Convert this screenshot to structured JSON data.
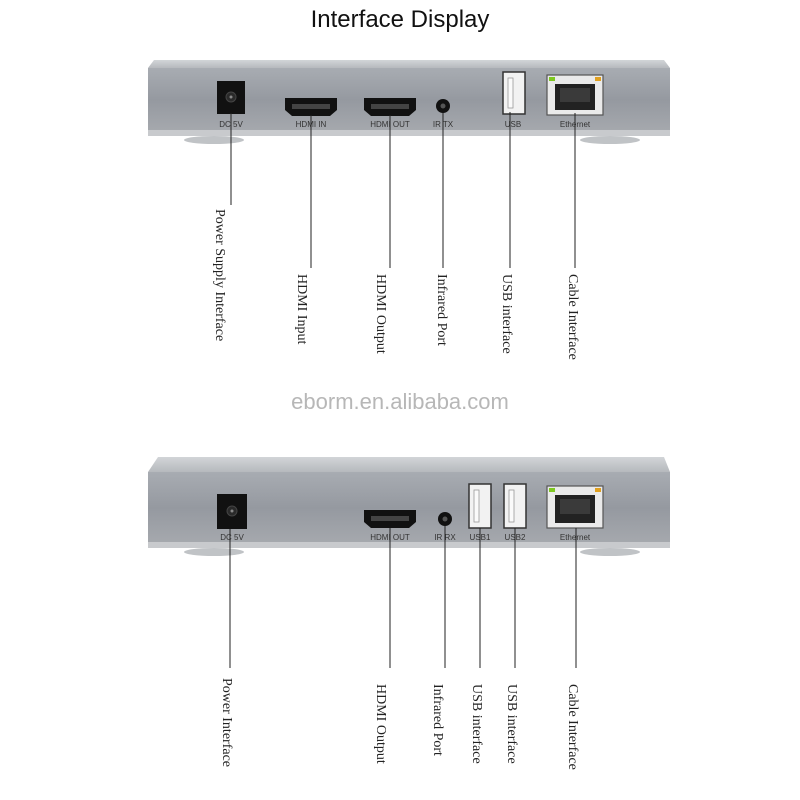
{
  "title": "Interface Display",
  "watermark": "eborm.en.alibaba.com",
  "panels": [
    {
      "port_labels": [
        "DC 5V",
        "HDMI IN",
        "HDMI OUT",
        "IR TX",
        "USB",
        "Ethernet"
      ],
      "callouts": [
        "Power Supply Interface",
        "HDMI Input",
        "HDMI Output",
        "Infrared Port",
        "USB interface",
        "Cable Interface"
      ]
    },
    {
      "port_labels": [
        "DC 5V",
        "HDMI OUT",
        "IR RX",
        "USB1",
        "USB2",
        "Ethernet"
      ],
      "callouts": [
        "Power Interface",
        "HDMI Output",
        "Infrared Port",
        "USB interface",
        "USB interface",
        "Cable Interface"
      ]
    }
  ],
  "colors": {
    "device_body": "#9da1a7",
    "device_top": "#c5c8cc",
    "port_black": "#111111",
    "led_green": "#7ec820",
    "led_amber": "#e0a020"
  }
}
